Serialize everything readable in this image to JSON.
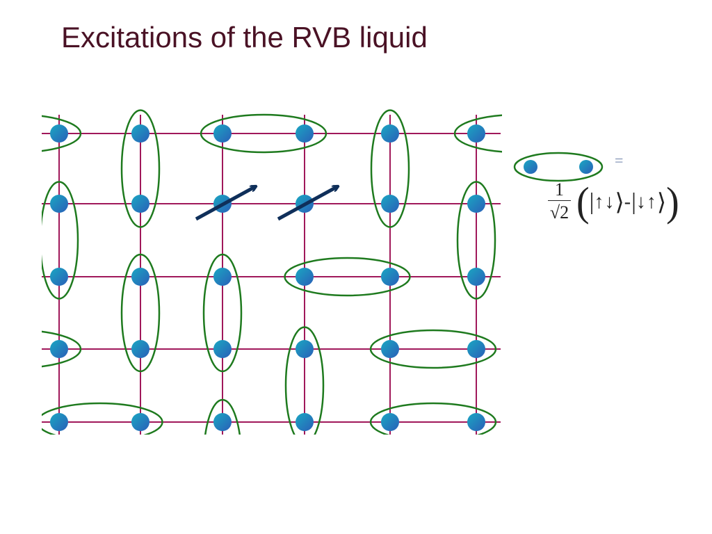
{
  "slide": {
    "title": "Excitations of the RVB liquid"
  },
  "colors": {
    "title": "#4a1225",
    "lattice_line": "#a0185a",
    "bond_ellipse": "#1e7a1e",
    "site_fill_start": "#1aa7c2",
    "site_fill_end": "#2a5fb8",
    "spin_arrow": "#0f2f5a"
  },
  "lattice": {
    "columns": 6,
    "rows": 5,
    "valence_bonds": [
      {
        "type": "horizontal",
        "row": 0,
        "from_col": -1,
        "to_col": 0
      },
      {
        "type": "vertical",
        "col": 1,
        "from_row": 0,
        "to_row": 1
      },
      {
        "type": "horizontal",
        "row": 0,
        "from_col": 2,
        "to_col": 3
      },
      {
        "type": "vertical",
        "col": 4,
        "from_row": 0,
        "to_row": 1
      },
      {
        "type": "horizontal",
        "row": 0,
        "from_col": 5,
        "to_col": 6
      },
      {
        "type": "vertical",
        "col": 0,
        "from_row": 1,
        "to_row": 2
      },
      {
        "type": "vertical",
        "col": 5,
        "from_row": 1,
        "to_row": 2
      },
      {
        "type": "vertical",
        "col": 1,
        "from_row": 2,
        "to_row": 3
      },
      {
        "type": "vertical",
        "col": 2,
        "from_row": 2,
        "to_row": 3
      },
      {
        "type": "horizontal",
        "row": 2,
        "from_col": 3,
        "to_col": 4
      },
      {
        "type": "horizontal",
        "row": 3,
        "from_col": -1,
        "to_col": 0
      },
      {
        "type": "vertical",
        "col": 3,
        "from_row": 3,
        "to_row": 4
      },
      {
        "type": "horizontal",
        "row": 3,
        "from_col": 4,
        "to_col": 5
      },
      {
        "type": "horizontal",
        "row": 4,
        "from_col": 0,
        "to_col": 1
      },
      {
        "type": "vertical",
        "col": 2,
        "from_row": 4,
        "to_row": 5
      },
      {
        "type": "horizontal",
        "row": 4,
        "from_col": 4,
        "to_col": 5
      }
    ],
    "free_spins": [
      {
        "row": 1,
        "col": 2
      },
      {
        "row": 1,
        "col": 3
      }
    ]
  },
  "legend": {
    "equals_sign": "=",
    "fraction_numerator": "1",
    "fraction_denominator": "√2",
    "open_paren": "(",
    "ket_up_down": "↑↓",
    "minus_sign": "-",
    "ket_down_up": "↓↑",
    "close_paren": ")",
    "bar": "|",
    "rangle": "⟩"
  }
}
